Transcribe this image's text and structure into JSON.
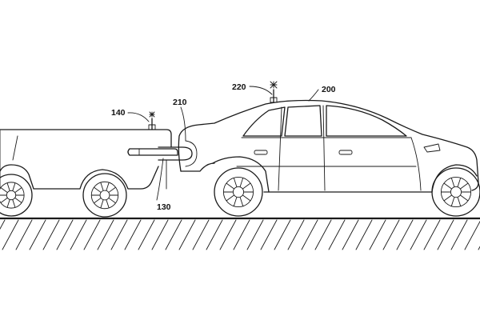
{
  "labels": {
    "trailer": "140",
    "coupler": "130",
    "connector": "210",
    "vehicle": "200",
    "vehicle_antenna": "220"
  }
}
